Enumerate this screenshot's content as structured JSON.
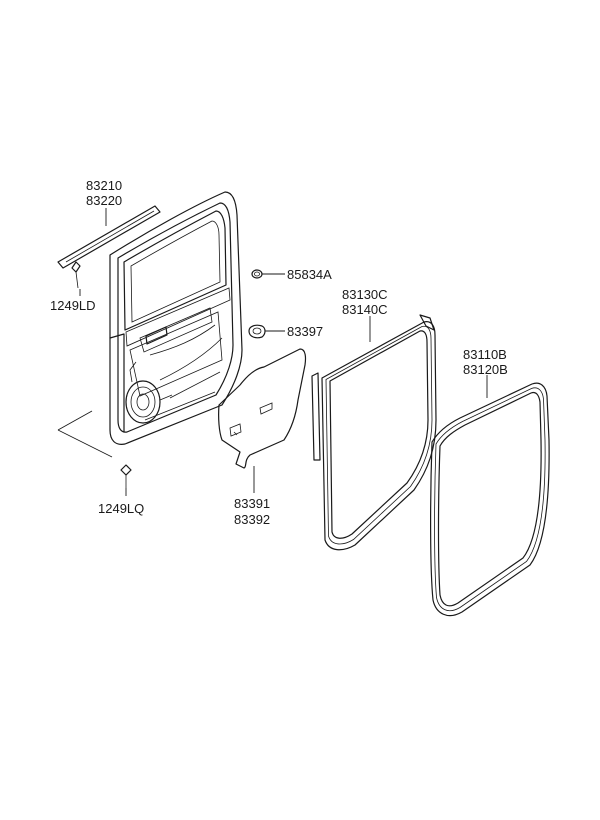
{
  "callouts": {
    "belt_molding": [
      "83210",
      "83220"
    ],
    "screw_upper": "1249LD",
    "screw_lower": "1249LQ",
    "grommet": "85834A",
    "plug": "83397",
    "sealing_cover": [
      "83391",
      "83392"
    ],
    "body_side_weatherstrip": [
      "83130C",
      "83140C"
    ],
    "door_weatherstrip": [
      "83110B",
      "83120B"
    ]
  }
}
